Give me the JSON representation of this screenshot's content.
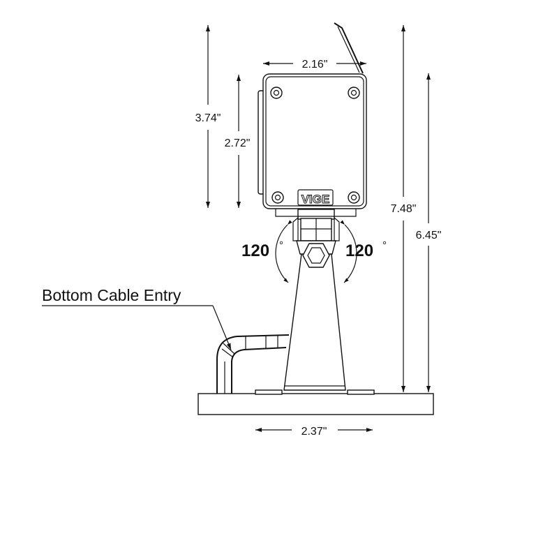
{
  "dimensions": {
    "box_width": "2.16\"",
    "total_height_outer": "3.74\"",
    "box_height": "2.72\"",
    "overall_height": "7.48\"",
    "mount_height": "6.45\"",
    "base_width": "2.37\""
  },
  "angles": {
    "left_value": "120",
    "right_value": "120",
    "degree_symbol": "°"
  },
  "callout": {
    "label": "Bottom Cable Entry"
  },
  "brand": {
    "logo_text": "VIGE"
  }
}
